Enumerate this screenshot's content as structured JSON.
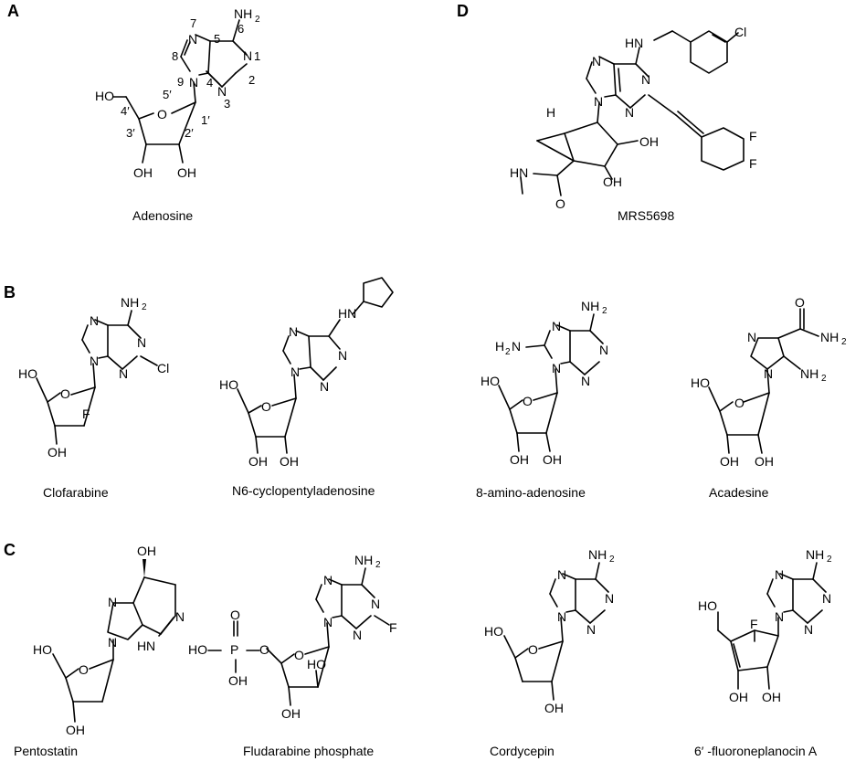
{
  "panels": {
    "a": "A",
    "b": "B",
    "c": "C",
    "d": "D"
  },
  "captions": {
    "adenosine": "Adenosine",
    "mrs5698": "MRS5698",
    "clofarabine": "Clofarabine",
    "cyclopentyl": "N6-cyclopentyladenosine",
    "amino8": "8-amino-adenosine",
    "acadesine": "Acadesine",
    "pentostatin": "Pentostatin",
    "fludarabine": "Fludarabine phosphate",
    "cordycepin": "Cordycepin",
    "fluoroneplanocin": "6′ -fluoroneplanocin A"
  },
  "atoms": {
    "N": "N",
    "NH": "NH",
    "NH2_main": "NH",
    "two": "2",
    "O": "O",
    "OH": "OH",
    "HO": "HO",
    "Cl": "Cl",
    "F": "F",
    "H": "H",
    "P": "P",
    "H2N": "H",
    "HN": "HN"
  },
  "numbering": {
    "n1": "1",
    "n2": "2",
    "n3": "3",
    "n4": "4",
    "n5": "5",
    "n6": "6",
    "n7": "7",
    "n8": "8",
    "n9": "9",
    "p1": "1′",
    "p2": "2′",
    "p3": "3′",
    "p4": "4′",
    "p5": "5′"
  }
}
